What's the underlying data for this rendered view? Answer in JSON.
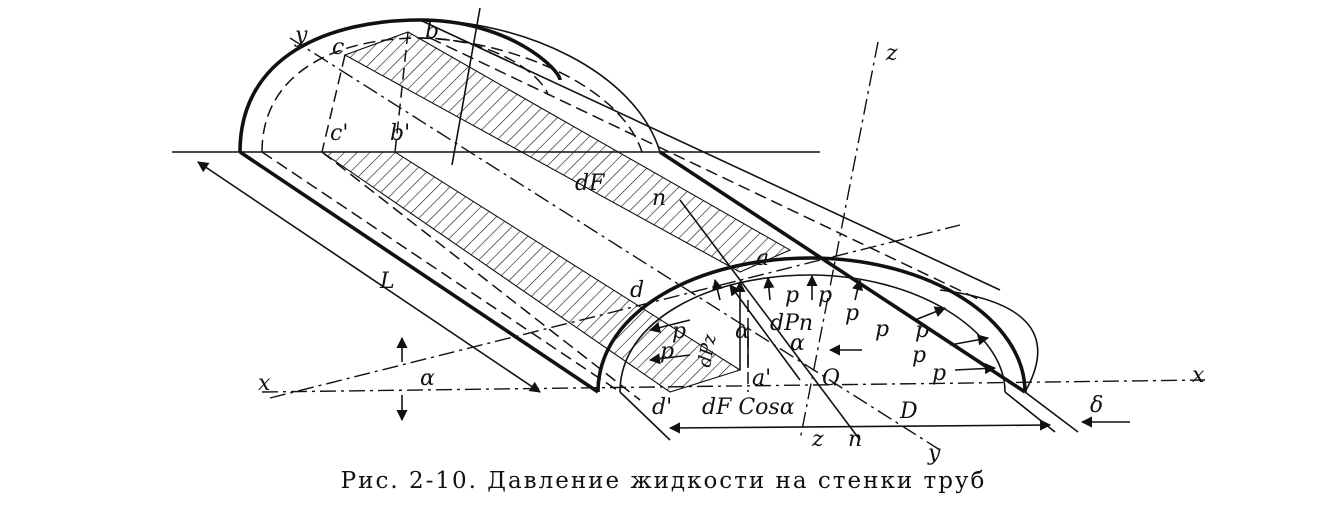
{
  "caption": "Рис. 2-10. Давление жидкости на стенки труб",
  "labels": {
    "y_top": "y",
    "z_top": "z",
    "c": "c",
    "b": "b",
    "c_prime": "c'",
    "b_prime": "b'",
    "dF": "dF",
    "n_top": "n",
    "a": "a",
    "d": "d",
    "L": "L",
    "x_left": "x",
    "alpha_left": "α",
    "p1": "p",
    "p2": "p",
    "p3": "p",
    "p4": "p",
    "p5": "p",
    "p6": "p",
    "p7": "p",
    "p8": "p",
    "p9": "p",
    "dPz": "dPz",
    "dPn": "dPn",
    "alpha_mid": "α",
    "alpha_right": "α",
    "a_prime": "a'",
    "O": "O",
    "x_right": "x",
    "d_prime": "d'",
    "dFcos": "dF Cosα",
    "z_bottom": "z",
    "n_bottom": "n",
    "y_bottom": "y",
    "D": "D",
    "delta": "δ"
  }
}
